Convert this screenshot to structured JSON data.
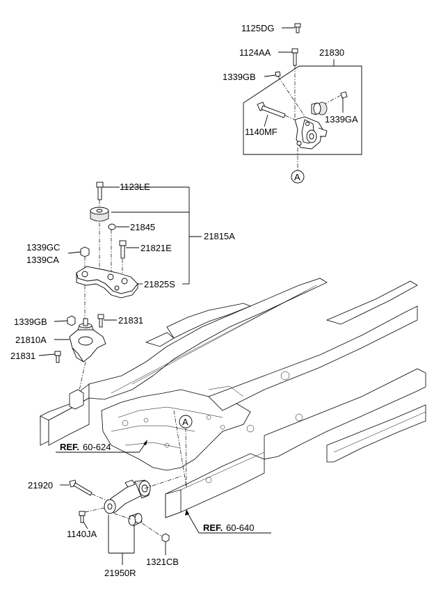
{
  "labels": {
    "p1125DG": "1125DG",
    "p1124AA": "1124AA",
    "p21830": "21830",
    "p1339GB_top": "1339GB",
    "p1140MF": "1140MF",
    "p1339GA": "1339GA",
    "pA_top": "A",
    "p1123LE": "1123LE",
    "p21845": "21845",
    "p21815A": "21815A",
    "p1339GC": "1339GC",
    "p1339CA": "1339CA",
    "p21821E": "21821E",
    "p21825S": "21825S",
    "p1339GB": "1339GB",
    "p21831_r": "21831",
    "p21810A": "21810A",
    "p21831_l": "21831",
    "pA_mid": "A",
    "ref1_prefix": "REF.",
    "ref1_num": "60-624",
    "p21920": "21920",
    "ref2_prefix": "REF.",
    "ref2_num": "60-640",
    "p1140JA": "1140JA",
    "p1321CB": "1321CB",
    "p21950R": "21950R"
  }
}
